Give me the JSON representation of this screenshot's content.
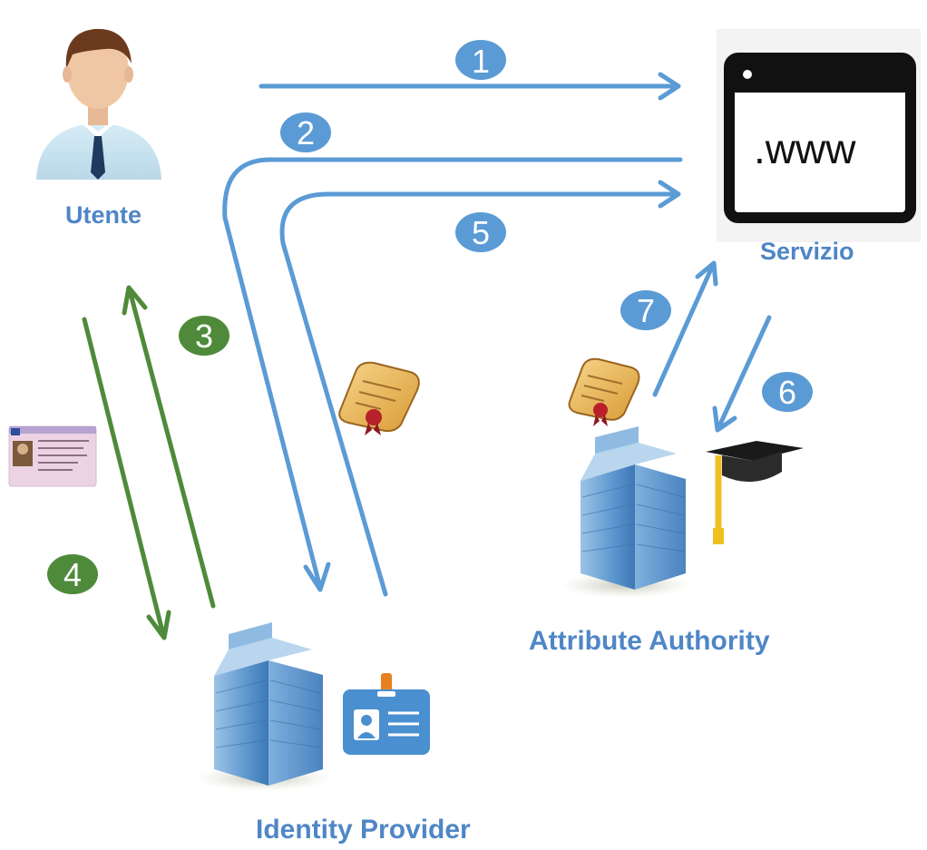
{
  "actors": {
    "user_label": "Utente",
    "service_label": "Servizio",
    "attribute_authority_label": "Attribute Authority",
    "identity_provider_label": "Identity Provider"
  },
  "browser_window": {
    "text": ".www"
  },
  "steps": [
    {
      "number": "1",
      "color": "#5b9bd5"
    },
    {
      "number": "2",
      "color": "#5b9bd5"
    },
    {
      "number": "3",
      "color": "#4e8a3a"
    },
    {
      "number": "4",
      "color": "#4e8a3a"
    },
    {
      "number": "5",
      "color": "#5b9bd5"
    },
    {
      "number": "6",
      "color": "#5b9bd5"
    },
    {
      "number": "7",
      "color": "#5b9bd5"
    }
  ],
  "colors": {
    "blue_arrow": "#5b9bd5",
    "green_arrow": "#4e8a3a",
    "label_blue": "#4f86c6"
  },
  "icons": [
    "user-avatar-icon",
    "browser-window-icon",
    "id-card-photo-icon",
    "certificate-scroll-icon",
    "office-building-icon",
    "id-badge-icon",
    "graduation-cap-icon"
  ]
}
